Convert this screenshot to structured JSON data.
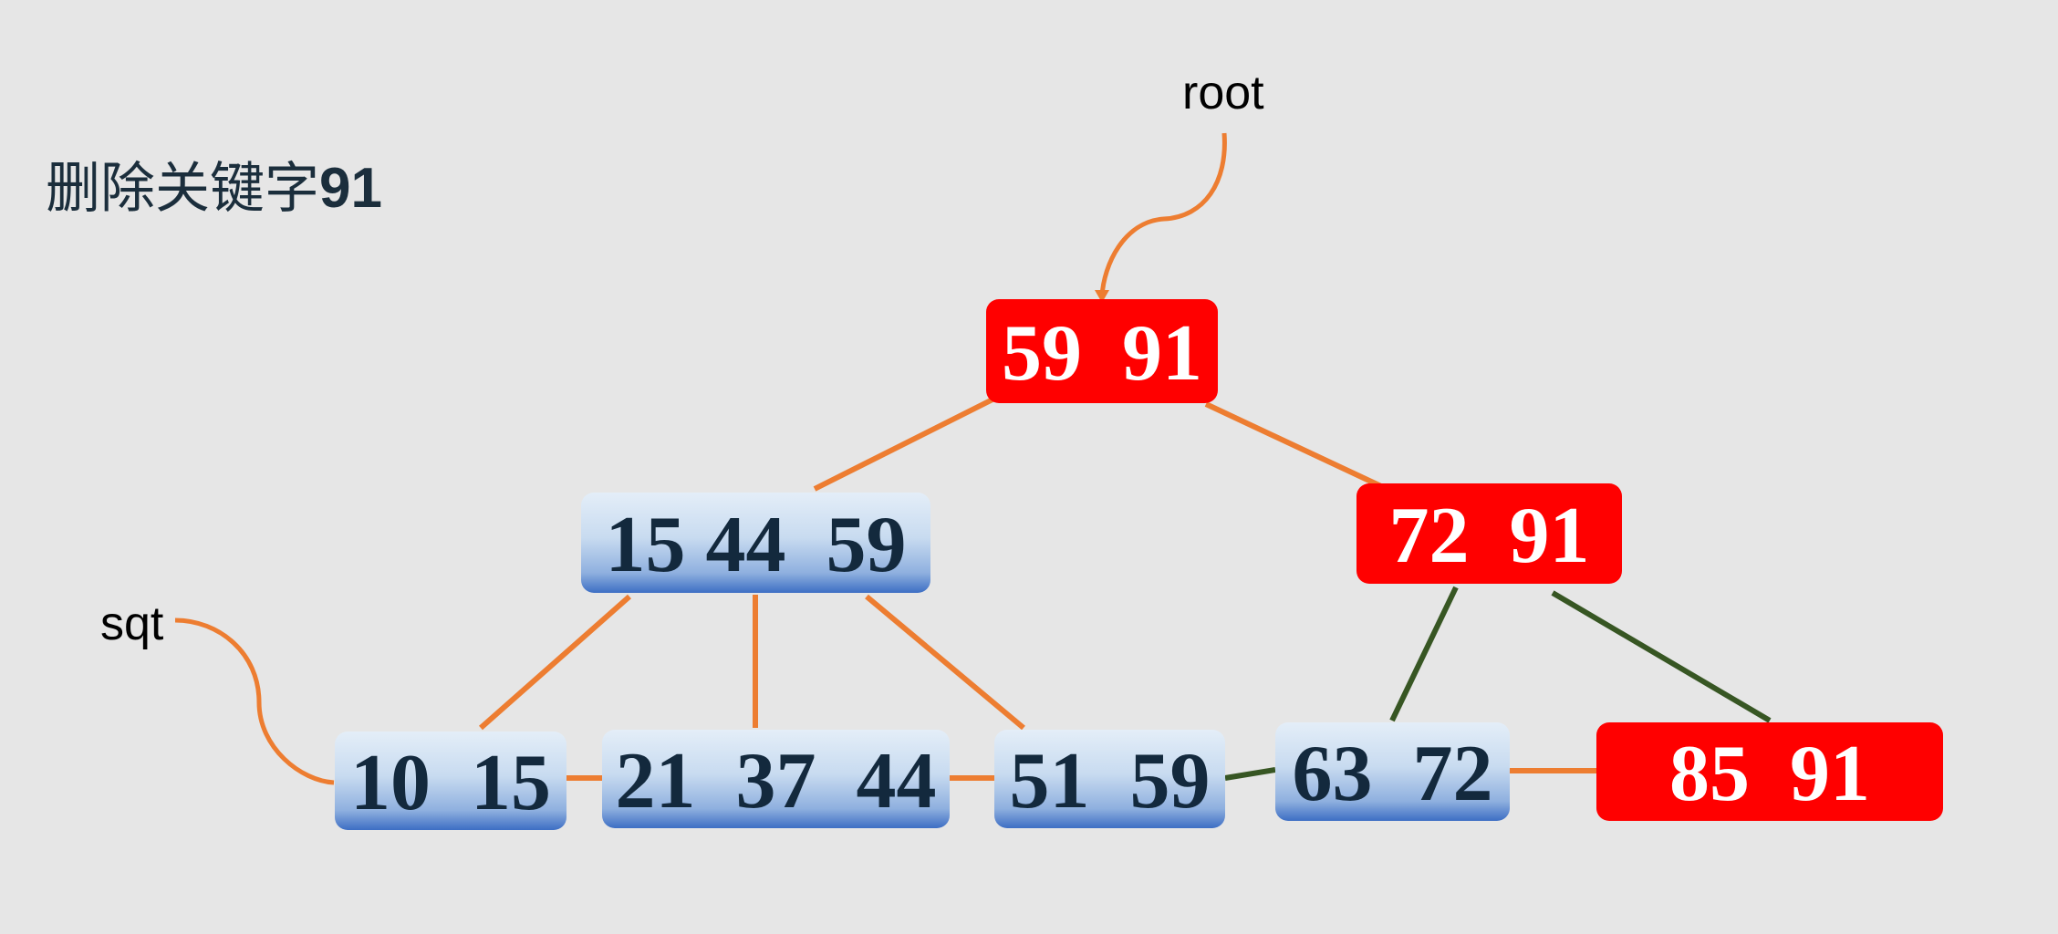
{
  "title": {
    "text": "删除关键字",
    "number": "91"
  },
  "pointers": {
    "root": "root",
    "sqt": "sqt"
  },
  "nodes": {
    "root": {
      "keys": "59  91"
    },
    "left": {
      "keys": "15 44  59"
    },
    "right": {
      "keys": "72  91"
    },
    "leaf1": {
      "keys": "10  15"
    },
    "leaf2": {
      "keys": "21  37  44"
    },
    "leaf3": {
      "keys": "51  59"
    },
    "leaf4": {
      "keys": "63  72"
    },
    "leaf5": {
      "keys": "85  91"
    }
  },
  "colors": {
    "background": "#e6e6e6",
    "highlight_node": "#ff0000",
    "normal_node_bottom": "#3d6ec4",
    "edge_orange": "#ed7d31",
    "edge_green": "#375623"
  }
}
